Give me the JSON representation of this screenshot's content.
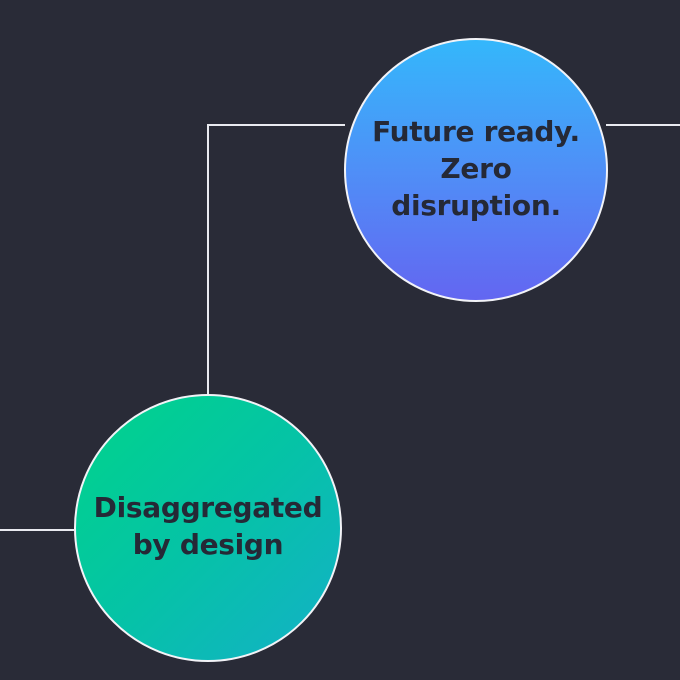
{
  "nodes": {
    "future": {
      "lines": [
        "Future ready.",
        "Zero",
        "disruption."
      ]
    },
    "disaggregated": {
      "lines": [
        "Disaggregated",
        "by design"
      ]
    }
  },
  "colors": {
    "background": "#292b37",
    "connector": "#e9eaf0",
    "node_blue_top": "#34b7fb",
    "node_blue_bottom": "#6366f1",
    "node_green_start": "#00d48a",
    "node_green_end": "#14b0c8",
    "label_text": "#252936"
  }
}
